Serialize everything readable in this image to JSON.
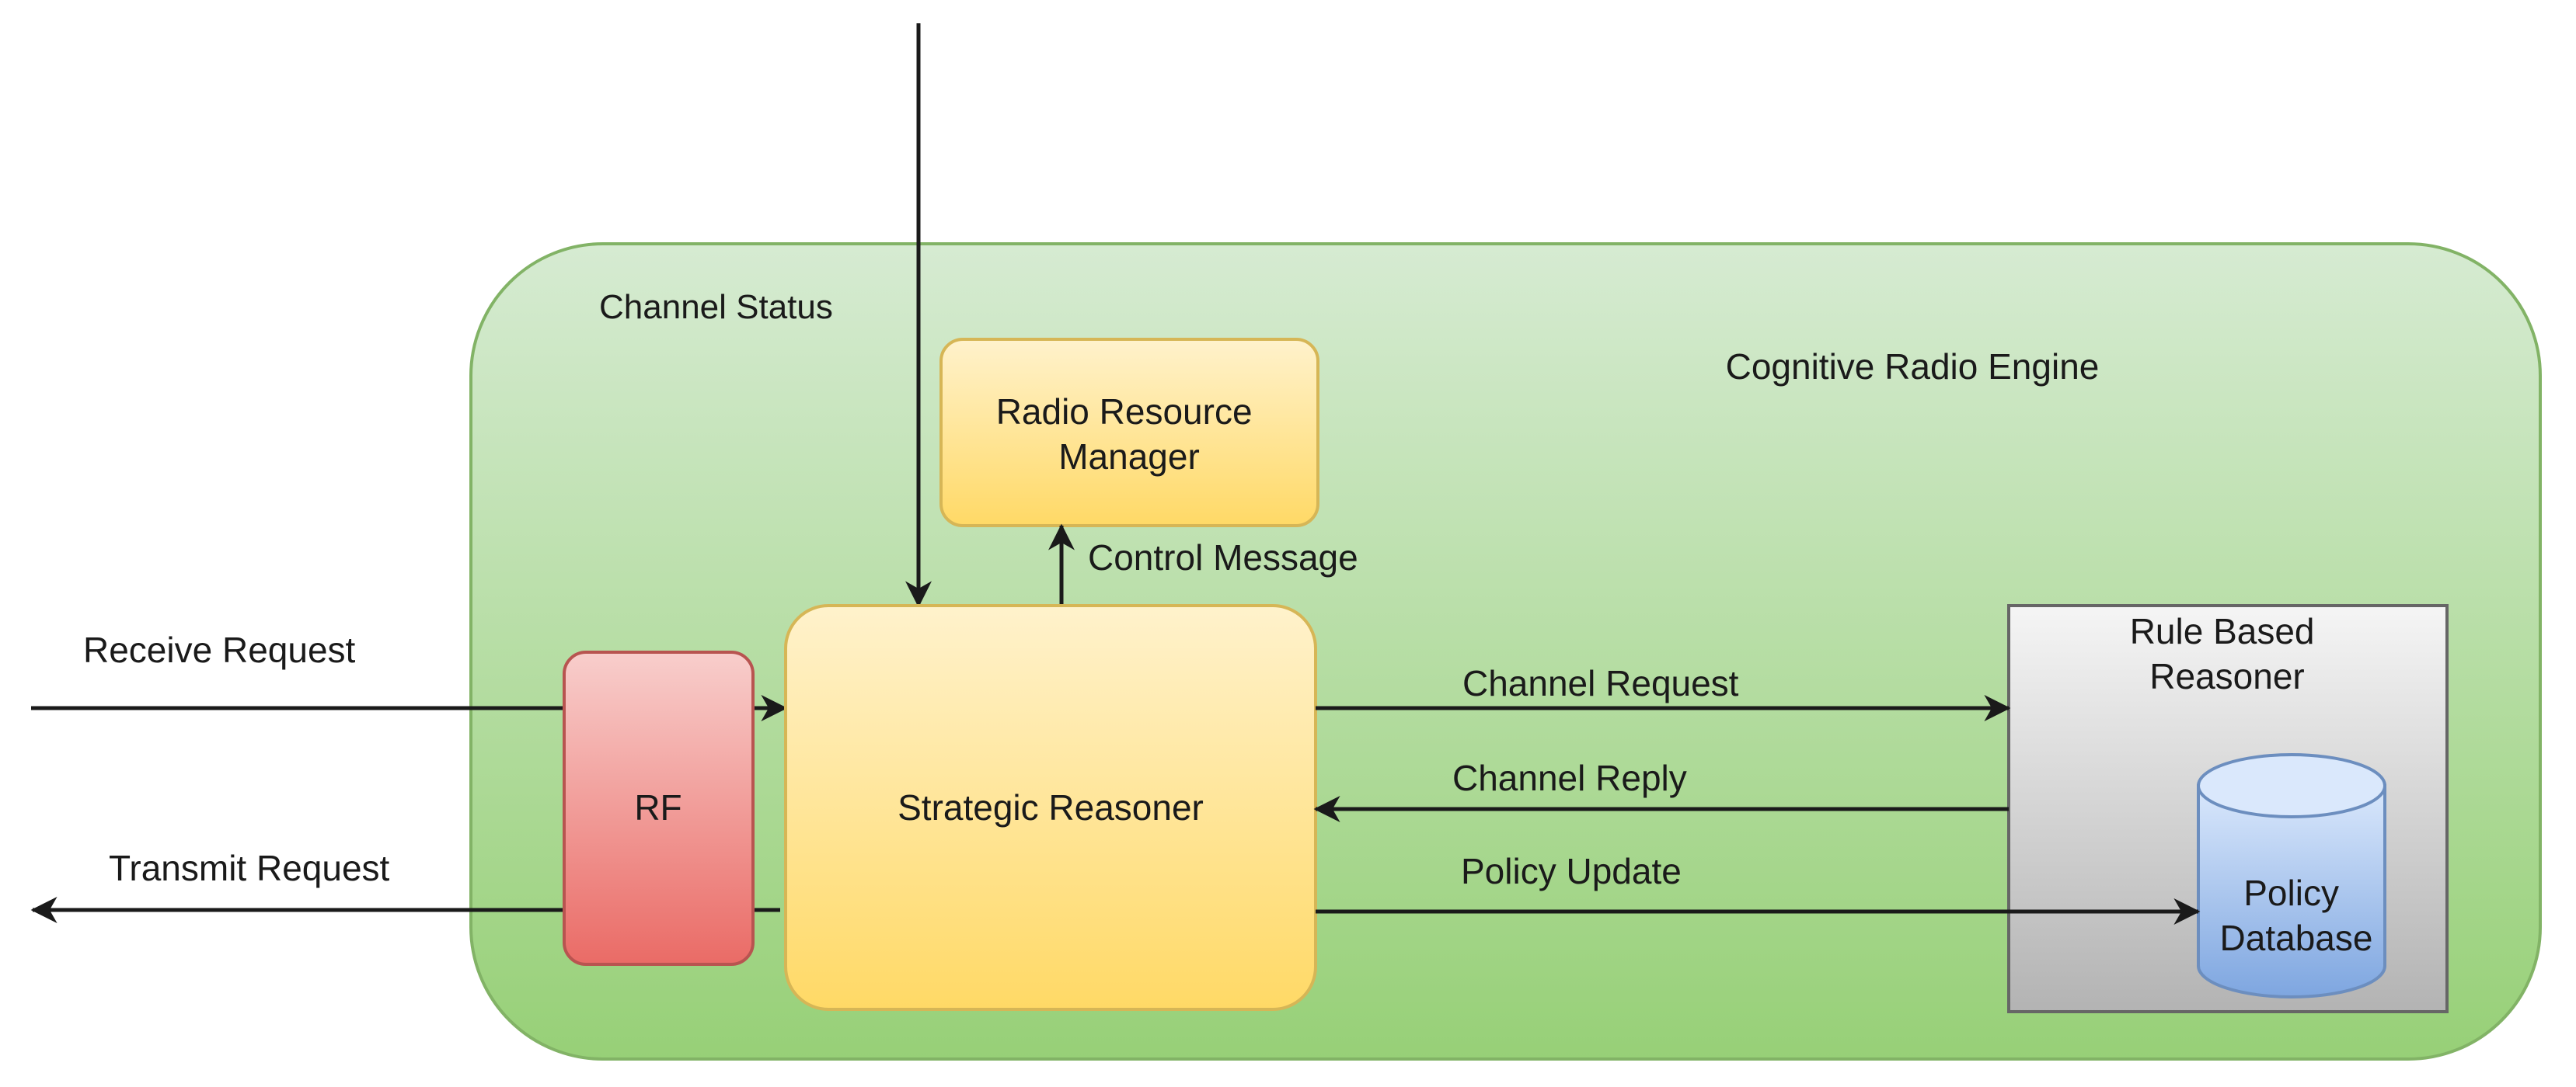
{
  "diagram": {
    "engine_label": "Cognitive Radio Engine",
    "channel_status": "Channel Status",
    "radio_resource_manager": [
      "Radio Resource",
      "Manager"
    ],
    "control_message": "Control Message",
    "receive_request": "Receive Request",
    "transmit_request": "Transmit Request",
    "rf": "RF",
    "strategic_reasoner": "Strategic Reasoner",
    "rule_based_reasoner": [
      "Rule Based",
      "Reasoner"
    ],
    "channel_request": "Channel Request",
    "channel_reply": "Channel Reply",
    "policy_update": "Policy Update",
    "policy_database": [
      "Policy",
      "Database"
    ]
  },
  "colors": {
    "engine_fill_top": "#d6ebd2",
    "engine_fill_bottom": "#97d077",
    "engine_stroke": "#82b366",
    "rrm_fill_top": "#fff2cc",
    "rrm_fill_bottom": "#ffd966",
    "rrm_stroke": "#d6b656",
    "rf_fill_top": "#f8cecc",
    "rf_fill_bottom": "#ea6b66",
    "rf_stroke": "#b85450",
    "rule_fill_top": "#f5f5f5",
    "rule_fill_bottom": "#b3b3b3",
    "rule_stroke": "#666666",
    "db_fill_top": "#dae8fc",
    "db_fill_bottom": "#7ea6e0",
    "db_stroke": "#6c8ebf"
  }
}
